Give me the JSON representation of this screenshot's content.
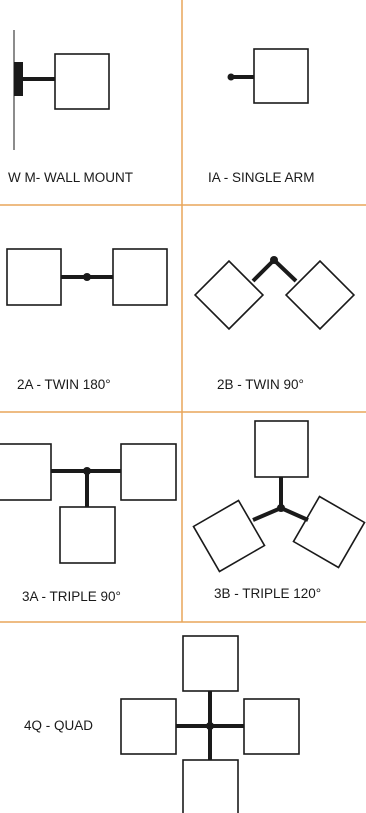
{
  "colors": {
    "grid_line": "#e9a55a",
    "ink": "#1a1a1a",
    "paper": "#ffffff"
  },
  "cells": [
    {
      "id": "wall-mount",
      "label": "W M- WALL MOUNT"
    },
    {
      "id": "single-arm",
      "label": "IA - SINGLE ARM"
    },
    {
      "id": "twin-180",
      "label": "2A - TWIN 180°"
    },
    {
      "id": "twin-90",
      "label": "2B - TWIN 90°"
    },
    {
      "id": "triple-90",
      "label": "3A - TRIPLE 90°"
    },
    {
      "id": "triple-120",
      "label": "3B - TRIPLE 120°"
    },
    {
      "id": "quad",
      "label": "4Q - QUAD"
    }
  ]
}
